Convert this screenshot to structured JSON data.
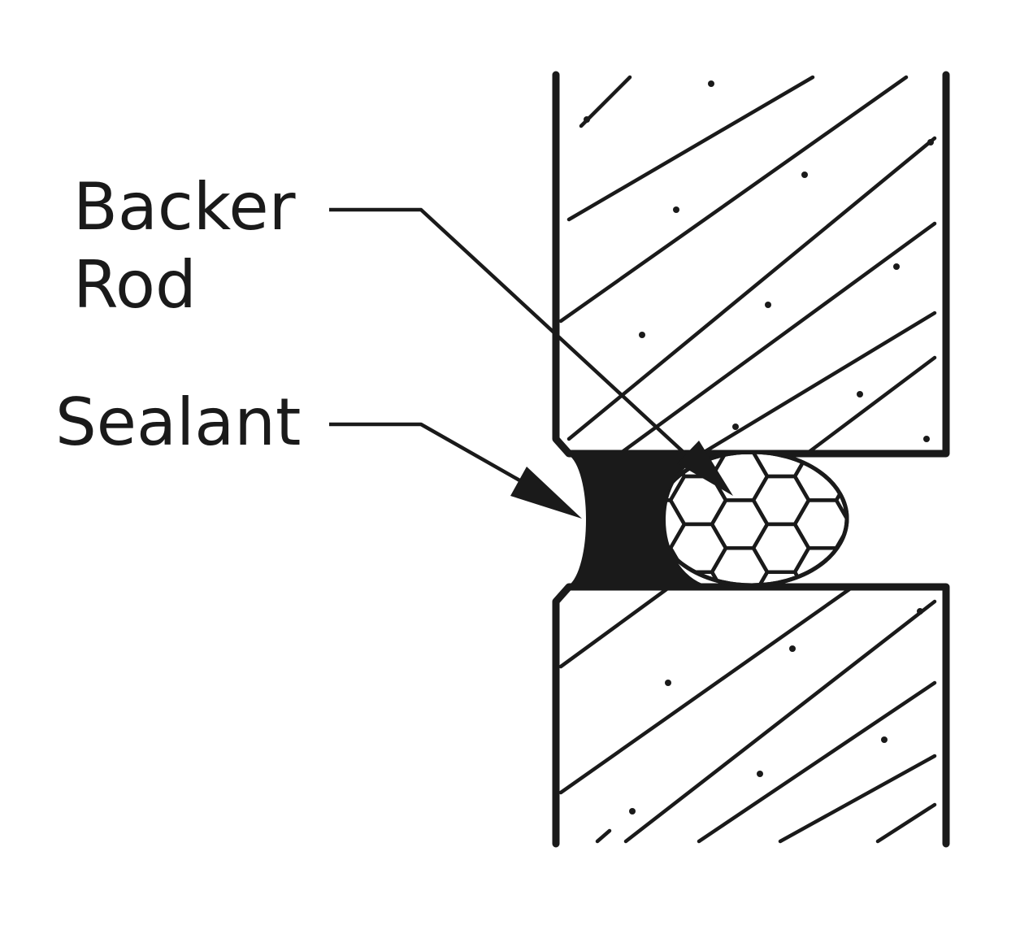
{
  "labels": {
    "backer_rod_line1": "Backer",
    "backer_rod_line2": "Rod",
    "sealant": "Sealant"
  },
  "colors": {
    "ink": "#1a1a1a",
    "background": "#ffffff"
  }
}
